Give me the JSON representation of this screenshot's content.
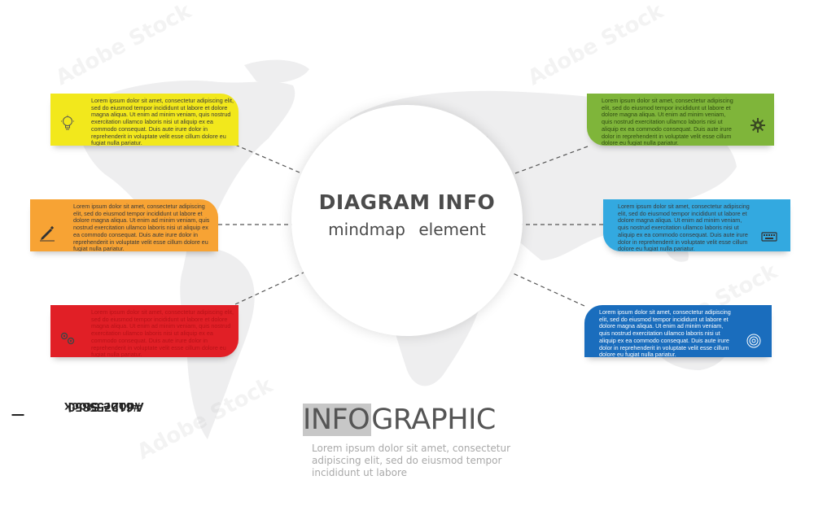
{
  "center": {
    "title": "DIAGRAM INFO",
    "subtitle": "mindmap  element"
  },
  "body_text": "Lorem ipsum dolor sit amet, consectetur adipiscing elit, sed do eiusmod tempor incididunt ut labore et dolore magna aliqua. Ut enim ad minim veniam, quis nostrud exercitation ullamco laboris nisi ut aliquip ex ea commodo consequat. Duis aute irure dolor in reprehenderit in voluptate velit esse cillum dolore eu fugiat nulla pariatur.",
  "cards": [
    {
      "id": "yellow",
      "color": "#f2e81c",
      "icon": "lightbulb-icon"
    },
    {
      "id": "orange",
      "color": "#f7a334",
      "icon": "pencil-icon"
    },
    {
      "id": "red",
      "color": "#e11f26",
      "icon": "gears-icon"
    },
    {
      "id": "green",
      "color": "#7fb53a",
      "icon": "gear-icon"
    },
    {
      "id": "cyan",
      "color": "#33a9e0",
      "icon": "keyboard-icon"
    },
    {
      "id": "blue",
      "color": "#1a6dbd",
      "icon": "target-icon"
    }
  ],
  "footer": {
    "title_highlight": "INFO",
    "title_rest": "GRAPHIC",
    "tagline": "Lorem ipsum dolor sit amet, consectetur adipiscing elit, sed do eiusmod tempor incididunt ut labore"
  },
  "watermark": {
    "brand": "Adobe Stock",
    "stock_id": "#612755850"
  }
}
